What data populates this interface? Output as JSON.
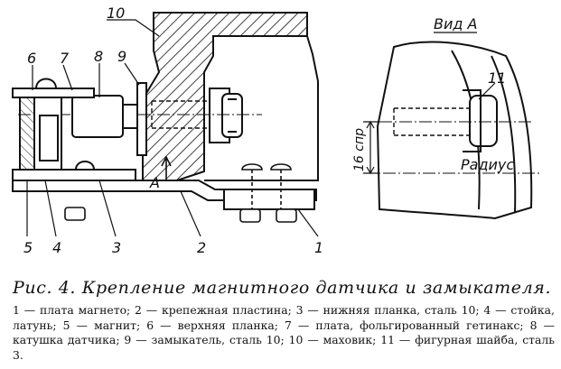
{
  "figure": {
    "view_label": "Вид А",
    "arrow_label": "А",
    "dimension_label": "16 спр",
    "radius_label": "Радиус",
    "part_numbers": [
      "1",
      "2",
      "3",
      "4",
      "5",
      "6",
      "7",
      "8",
      "9",
      "10",
      "11"
    ]
  },
  "caption": {
    "title": "Рис. 4. Крепление магнитного датчика и замыкателя.",
    "legend": "1 — плата магнето; 2 — крепежная пластина; 3 — нижняя планка, сталь 10; 4 — стойка, латунь; 5 — магнит; 6 — верхняя планка; 7 — плата, фольгированный гетинакс; 8 — катушка датчика; 9 — замыкатель, сталь 10; 10 — маховик; 11 — фигурная шайба, сталь 3."
  }
}
